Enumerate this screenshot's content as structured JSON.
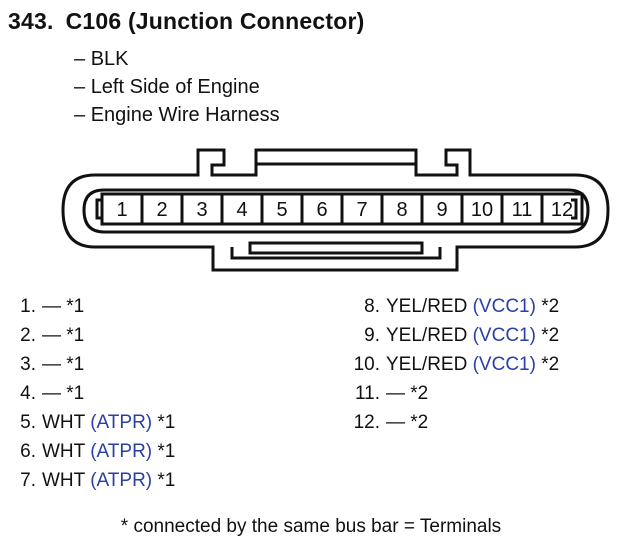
{
  "header": {
    "number": "343.",
    "connector": "C106 (Junction Connector)"
  },
  "details": [
    "BLK",
    "Left Side of Engine",
    "Engine Wire Harness"
  ],
  "pins_left": [
    {
      "n": "1.",
      "wire": "—",
      "signal": "",
      "note": "*1"
    },
    {
      "n": "2.",
      "wire": "—",
      "signal": "",
      "note": "*1"
    },
    {
      "n": "3.",
      "wire": "—",
      "signal": "",
      "note": "*1"
    },
    {
      "n": "4.",
      "wire": "—",
      "signal": "",
      "note": "*1"
    },
    {
      "n": "5.",
      "wire": "WHT",
      "signal": "(ATPR)",
      "note": "*1"
    },
    {
      "n": "6.",
      "wire": "WHT",
      "signal": "(ATPR)",
      "note": "*1"
    },
    {
      "n": "7.",
      "wire": "WHT",
      "signal": "(ATPR)",
      "note": "*1"
    }
  ],
  "pins_right": [
    {
      "n": "8.",
      "wire": "YEL/RED",
      "signal": "(VCC1)",
      "note": "*2"
    },
    {
      "n": "9.",
      "wire": "YEL/RED",
      "signal": "(VCC1)",
      "note": "*2"
    },
    {
      "n": "10.",
      "wire": "YEL/RED",
      "signal": "(VCC1)",
      "note": "*2"
    },
    {
      "n": "11.",
      "wire": "—",
      "signal": "",
      "note": "*2"
    },
    {
      "n": "12.",
      "wire": "—",
      "signal": "",
      "note": "*2"
    }
  ],
  "cavities": [
    "1",
    "2",
    "3",
    "4",
    "5",
    "6",
    "7",
    "8",
    "9",
    "10",
    "11",
    "12"
  ],
  "footnote": "* connected by the same bus bar = Terminals",
  "colors": {
    "signal": "#2a3fa6",
    "text": "#111111"
  }
}
